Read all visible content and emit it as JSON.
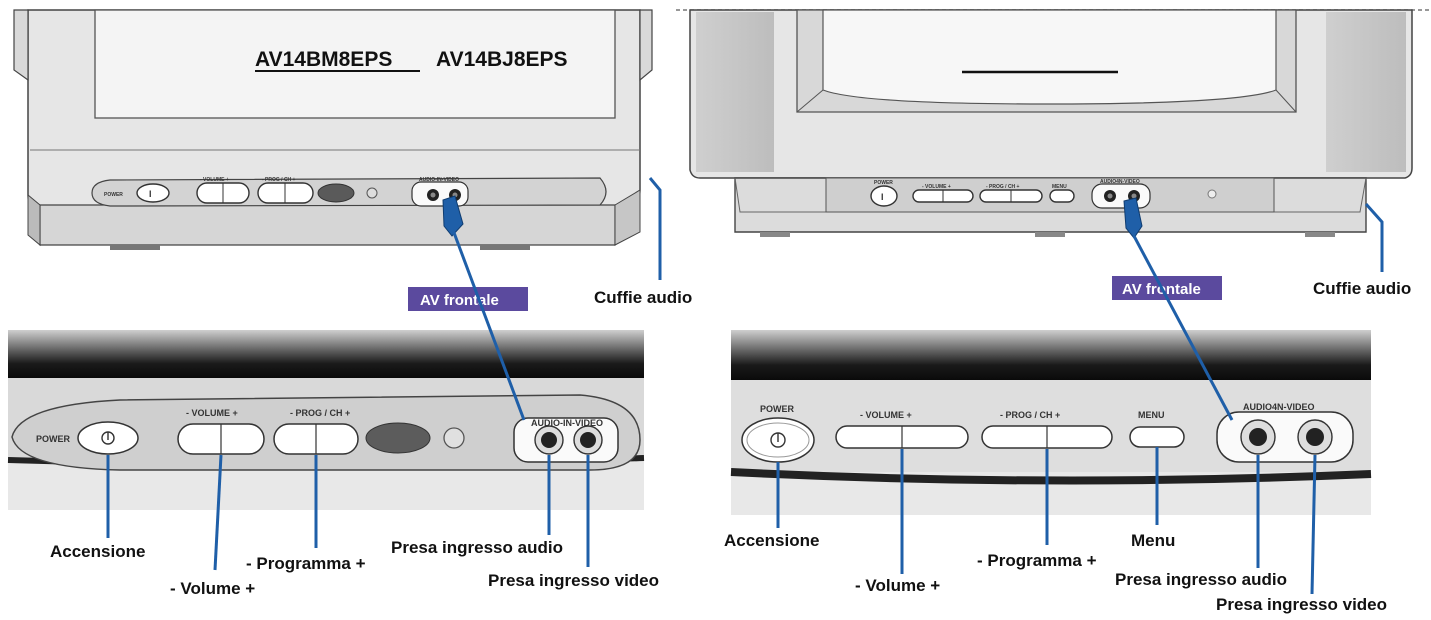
{
  "models": {
    "model_a": "AV14BM8EPS",
    "model_b": "AV14BJ8EPS"
  },
  "panel_labels": {
    "power": "POWER",
    "volume": "-  VOLUME  +",
    "prog_ch": "-  PROG / CH  +",
    "menu": "MENU",
    "audio_in_video_left": "AUDIO-IN-VIDEO",
    "audio_in_video_right": "AUDIO4N-VIDEO"
  },
  "callouts": {
    "av_frontale": "AV frontale",
    "cuffie_audio": "Cuffie audio",
    "accensione": "Accensione",
    "volume": "- Volume +",
    "programma": "- Programma +",
    "menu": "Menu",
    "presa_audio": "Presa ingresso audio",
    "presa_video": "Presa ingresso video"
  },
  "colors": {
    "callout_line": "#1f5fa8",
    "tag_bg": "#5b4a9e",
    "tv_body": "#e4e4e4",
    "panel": "#d2d2d2"
  }
}
